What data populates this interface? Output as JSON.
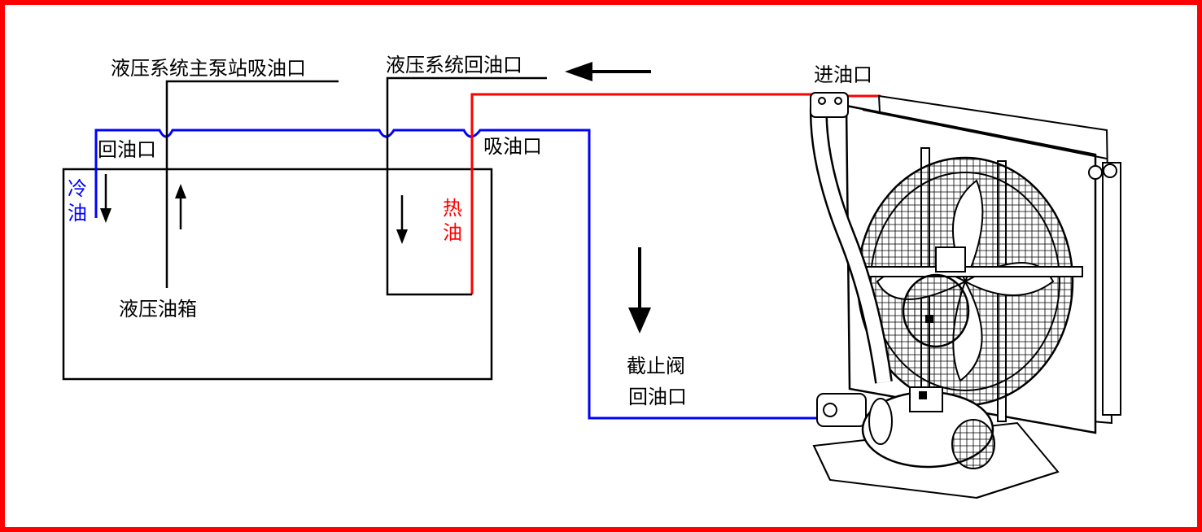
{
  "colors": {
    "frame": "#ff0000",
    "cold_line": "#0000ff",
    "hot_line": "#ff0000",
    "outline": "#000000"
  },
  "labels": {
    "main_pump_suction": "液压系统主泵站吸油口",
    "system_return": "液压系统回油口",
    "oil_inlet": "进油口",
    "tank_return_port": "回油口",
    "suction_port": "吸油口",
    "cold_oil": [
      "冷",
      "油"
    ],
    "hot_oil": [
      "热",
      "油"
    ],
    "tank": "液压油箱",
    "shutoff_valve": "截止阀",
    "cooler_return_port": "回油口"
  },
  "equipment": {
    "cooler": "air-cooled oil cooler with fan, motor and pump"
  }
}
